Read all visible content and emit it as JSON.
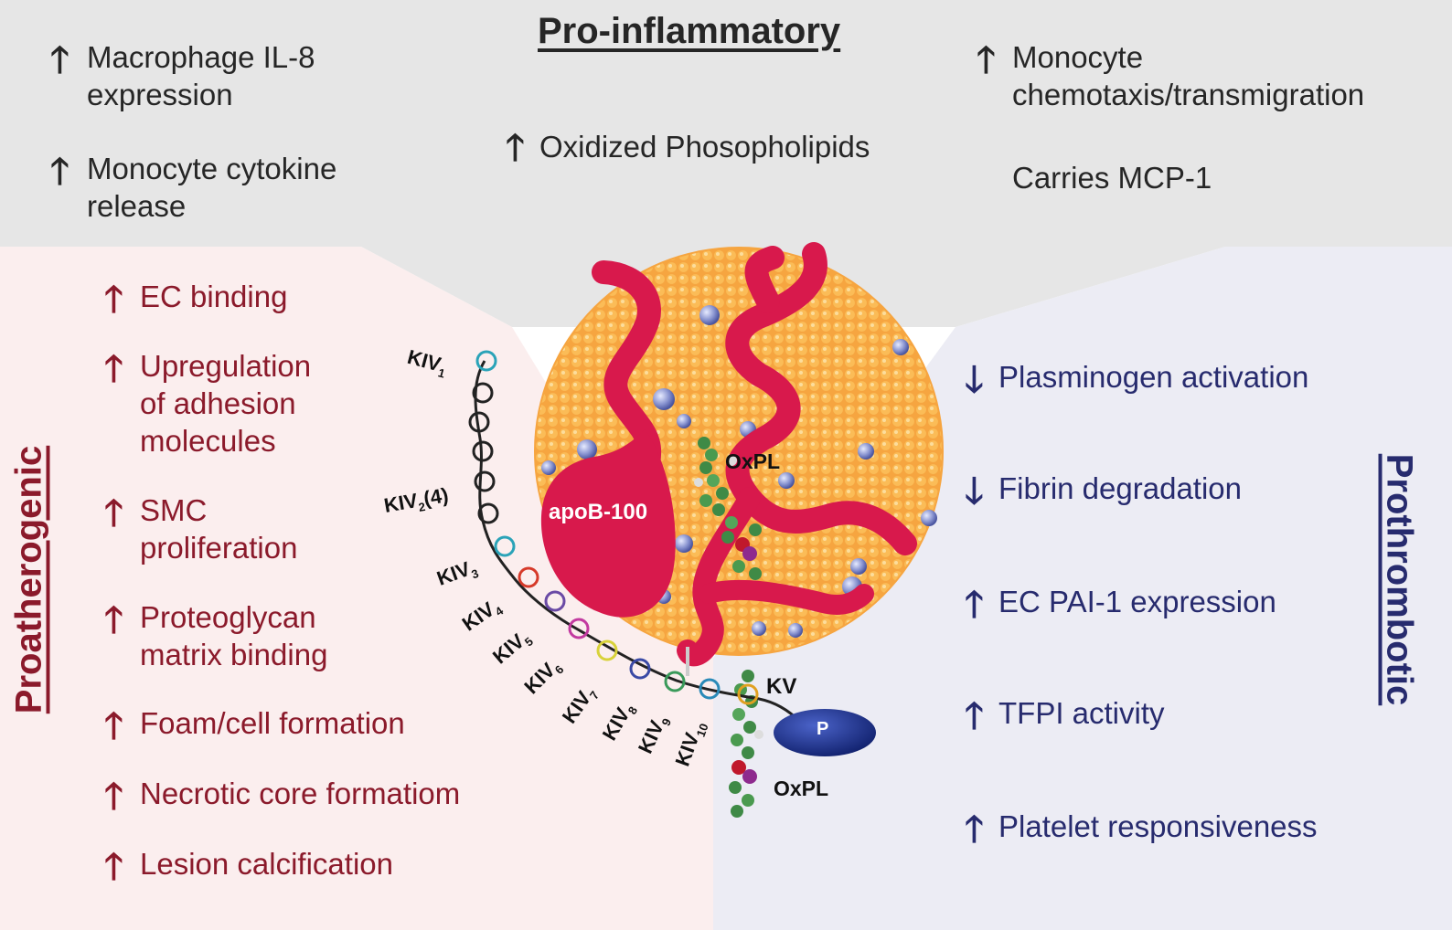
{
  "sections": {
    "top": {
      "title": "Pro-inflammatory",
      "items": [
        {
          "direction": "up",
          "lines": [
            "Macrophage IL-8",
            "expression"
          ]
        },
        {
          "direction": "up",
          "lines": [
            "Monocyte cytokine",
            "release"
          ]
        },
        {
          "direction": "up",
          "lines": [
            "Oxidized Phosopholipids"
          ]
        },
        {
          "direction": "up",
          "lines": [
            "Monocyte",
            "chemotaxis/transmigration"
          ]
        },
        {
          "direction": "none",
          "lines": [
            "Carries MCP-1"
          ]
        }
      ]
    },
    "left": {
      "title": "Proatherogenic",
      "items": [
        {
          "direction": "up",
          "lines": [
            "EC binding"
          ]
        },
        {
          "direction": "up",
          "lines": [
            "Upregulation",
            "of adhesion",
            "molecules"
          ]
        },
        {
          "direction": "up",
          "lines": [
            "SMC",
            "proliferation"
          ]
        },
        {
          "direction": "up",
          "lines": [
            "Proteoglycan",
            "matrix binding"
          ]
        },
        {
          "direction": "up",
          "lines": [
            "Foam/cell formation"
          ]
        },
        {
          "direction": "up",
          "lines": [
            "Necrotic core formatiom"
          ]
        },
        {
          "direction": "up",
          "lines": [
            "Lesion calcification"
          ]
        }
      ]
    },
    "right": {
      "title": "Prothrombotic",
      "items": [
        {
          "direction": "down",
          "lines": [
            "Plasminogen activation"
          ]
        },
        {
          "direction": "down",
          "lines": [
            "Fibrin degradation"
          ]
        },
        {
          "direction": "up",
          "lines": [
            "EC PAI-1 expression"
          ]
        },
        {
          "direction": "up",
          "lines": [
            "TFPI activity"
          ]
        },
        {
          "direction": "up",
          "lines": [
            "Platelet responsiveness"
          ]
        }
      ]
    }
  },
  "particle": {
    "apob_label": "apoB-100",
    "oxpl_label_top": "OxPL",
    "oxpl_label_bottom": "OxPL",
    "kv_label": "KV",
    "protease_label": "P",
    "kringles": [
      {
        "base": "KIV",
        "sub": "1",
        "suffix": ""
      },
      {
        "base": "KIV",
        "sub": "2",
        "suffix": "(4)"
      },
      {
        "base": "KIV",
        "sub": "3",
        "suffix": ""
      },
      {
        "base": "KIV",
        "sub": "4",
        "suffix": ""
      },
      {
        "base": "KIV",
        "sub": "5",
        "suffix": ""
      },
      {
        "base": "KIV",
        "sub": "6",
        "suffix": ""
      },
      {
        "base": "KIV",
        "sub": "7",
        "suffix": ""
      },
      {
        "base": "KIV",
        "sub": "8",
        "suffix": ""
      },
      {
        "base": "KIV",
        "sub": "9",
        "suffix": ""
      },
      {
        "base": "KIV",
        "sub": "10",
        "suffix": ""
      }
    ]
  },
  "arrows": {
    "up": "🡑",
    "down": "🡓"
  },
  "colors": {
    "top_bg": "#e6e6e6",
    "left_bg": "#fbeeee",
    "right_bg": "#ececf4",
    "red_text": "#8b1a2b",
    "blue_text": "#272b6e",
    "particle_orange": "#f6a540",
    "apob_red": "#d8194c",
    "bead_blue": "#7e89c8",
    "oxpl_green": "#3f8a46"
  }
}
